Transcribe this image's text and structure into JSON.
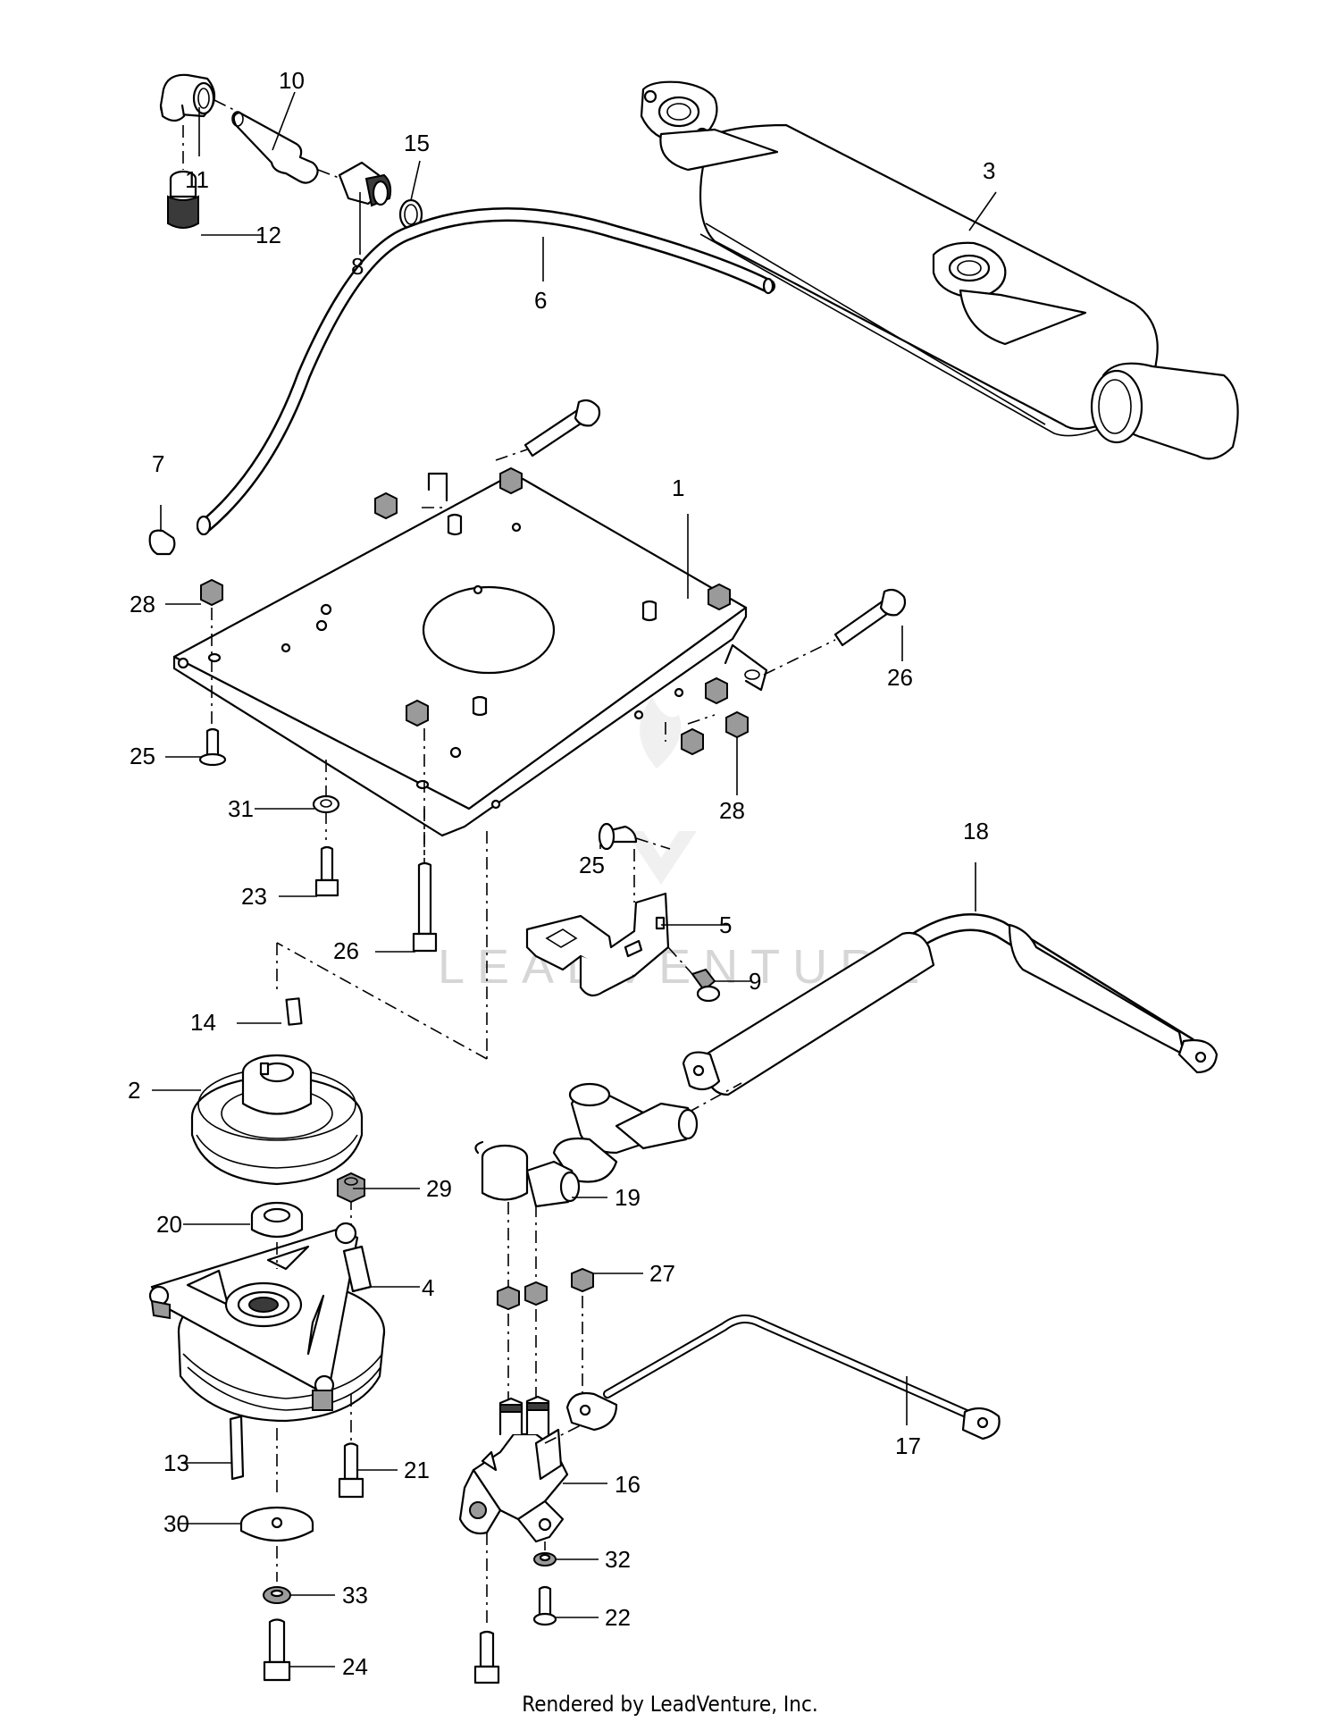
{
  "footer": "Rendered by LeadVenture, Inc.",
  "watermark": "LEADVENTURE",
  "colors": {
    "line": "#000000",
    "watermark": "#d6d6d6",
    "background": "#ffffff"
  },
  "callouts": [
    {
      "id": "c1",
      "text": "1"
    },
    {
      "id": "c2",
      "text": "2"
    },
    {
      "id": "c3",
      "text": "3"
    },
    {
      "id": "c4",
      "text": "4"
    },
    {
      "id": "c5",
      "text": "5"
    },
    {
      "id": "c6",
      "text": "6"
    },
    {
      "id": "c7",
      "text": "7"
    },
    {
      "id": "c8",
      "text": "8"
    },
    {
      "id": "c9",
      "text": "9"
    },
    {
      "id": "c10",
      "text": "10"
    },
    {
      "id": "c11",
      "text": "11"
    },
    {
      "id": "c12",
      "text": "12"
    },
    {
      "id": "c13",
      "text": "13"
    },
    {
      "id": "c14",
      "text": "14"
    },
    {
      "id": "c15",
      "text": "15"
    },
    {
      "id": "c16",
      "text": "16"
    },
    {
      "id": "c17",
      "text": "17"
    },
    {
      "id": "c18",
      "text": "18"
    },
    {
      "id": "c19",
      "text": "19"
    },
    {
      "id": "c20",
      "text": "20"
    },
    {
      "id": "c21",
      "text": "21"
    },
    {
      "id": "c22",
      "text": "22"
    },
    {
      "id": "c23",
      "text": "23"
    },
    {
      "id": "c24",
      "text": "24"
    },
    {
      "id": "c25a",
      "text": "25"
    },
    {
      "id": "c25b",
      "text": "25"
    },
    {
      "id": "c26a",
      "text": "26"
    },
    {
      "id": "c26b",
      "text": "26"
    },
    {
      "id": "c27",
      "text": "27"
    },
    {
      "id": "c28a",
      "text": "28"
    },
    {
      "id": "c28b",
      "text": "28"
    },
    {
      "id": "c29",
      "text": "29"
    },
    {
      "id": "c30",
      "text": "30"
    },
    {
      "id": "c31",
      "text": "31"
    },
    {
      "id": "c32",
      "text": "32"
    },
    {
      "id": "c33",
      "text": "33"
    }
  ]
}
